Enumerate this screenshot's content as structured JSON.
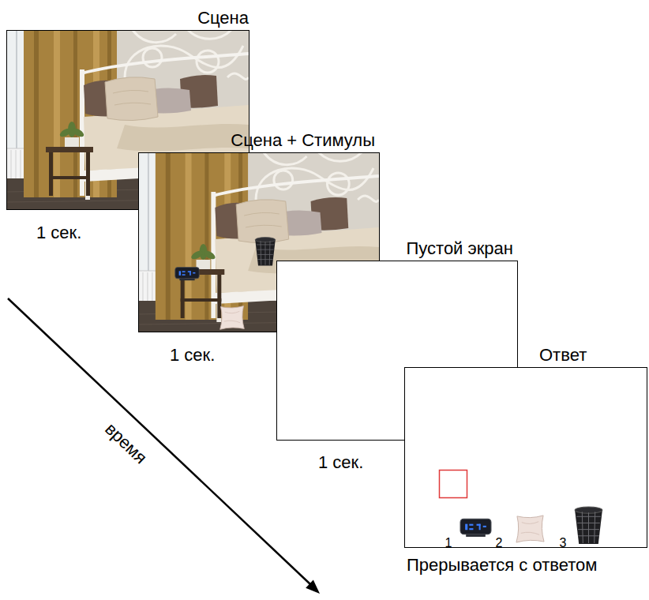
{
  "diagram": {
    "nodes": [
      {
        "text": [
          "Сцена",
          "1 сек."
        ]
      },
      {
        "text": [
          "Сцена + Стимулы",
          "1 сек."
        ]
      },
      {
        "text": [
          "Пустой экран",
          "1 сек."
        ]
      },
      {
        "text": [
          "Ответ",
          "Прерывается с ответом"
        ]
      }
    ],
    "labels": [
      "1",
      "2",
      "3",
      "время"
    ]
  }
}
